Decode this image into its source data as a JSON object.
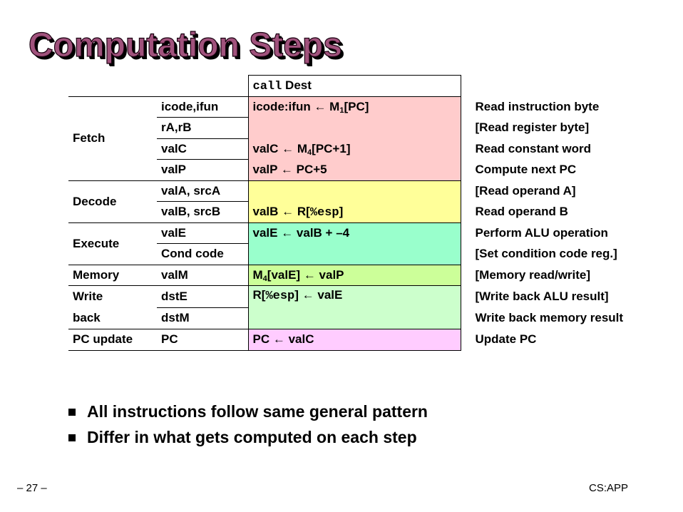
{
  "title": "Computation Steps",
  "header": {
    "code": "call",
    "rest": " Dest"
  },
  "fetch": {
    "stage": "Fetch",
    "rows": [
      {
        "name": "icode,ifun",
        "expr_a": "icode:ifun ",
        "arrow": "←",
        "expr_b": " M",
        "sub": "1",
        "expr_c": "[PC]",
        "desc": "Read instruction byte"
      },
      {
        "name": "rA,rB",
        "desc": "[Read register byte]"
      },
      {
        "name": "valC",
        "expr_a": "valC ",
        "arrow": "←",
        "expr_b": " M",
        "sub": "4",
        "expr_c": "[PC+1]",
        "desc": "Read constant word"
      },
      {
        "name": "valP",
        "expr_a": "valP ",
        "arrow": "←",
        "expr_b": " PC+5",
        "desc": "Compute next PC"
      }
    ]
  },
  "decode": {
    "stage": "Decode",
    "rows": [
      {
        "name": "valA, srcA",
        "desc": "[Read operand A]"
      },
      {
        "name": "valB, srcB",
        "expr_a": "valB ",
        "arrow": "←",
        "expr_b": " R[",
        "mono": "%esp",
        "expr_c": "]",
        "desc": "Read operand B"
      }
    ]
  },
  "execute": {
    "stage": "Execute",
    "rows": [
      {
        "name": "valE",
        "expr_a": "valE ",
        "arrow": "←",
        "expr_b": " valB + –4",
        "desc": "Perform ALU operation"
      },
      {
        "name": "Cond code",
        "desc": "[Set condition code reg.]"
      }
    ]
  },
  "memory": {
    "stage": "Memory",
    "name": "valM",
    "expr_a": "M",
    "sub": "4",
    "expr_b": "[valE] ",
    "arrow": "←",
    "expr_c": " valP",
    "desc": "[Memory read/write]"
  },
  "writeback": {
    "stage_1": "Write",
    "stage_2": "back",
    "rows": [
      {
        "name": "dstE",
        "expr_a": "R[",
        "mono": "%esp",
        "expr_b": "] ",
        "arrow": "←",
        "expr_c": " valE",
        "desc": "[Write back ALU result]"
      },
      {
        "name": "dstM",
        "desc": "Write back memory result"
      }
    ]
  },
  "pcupdate": {
    "stage": "PC update",
    "name": "PC",
    "expr_a": "PC ",
    "arrow": "←",
    "expr_b": " valC",
    "desc": "Update PC"
  },
  "bullets": [
    "All instructions follow same general pattern",
    "Differ in what gets computed on each step"
  ],
  "footer": {
    "page": "– 27 –",
    "brand": "CS:APP"
  },
  "colors": {
    "title": "#a0527c",
    "fetch": "#ffcccc",
    "decode": "#ffff99",
    "execute": "#99ffcc",
    "memory": "#ccff99",
    "writeback": "#ccffcc",
    "pcupdate": "#ffccff"
  }
}
